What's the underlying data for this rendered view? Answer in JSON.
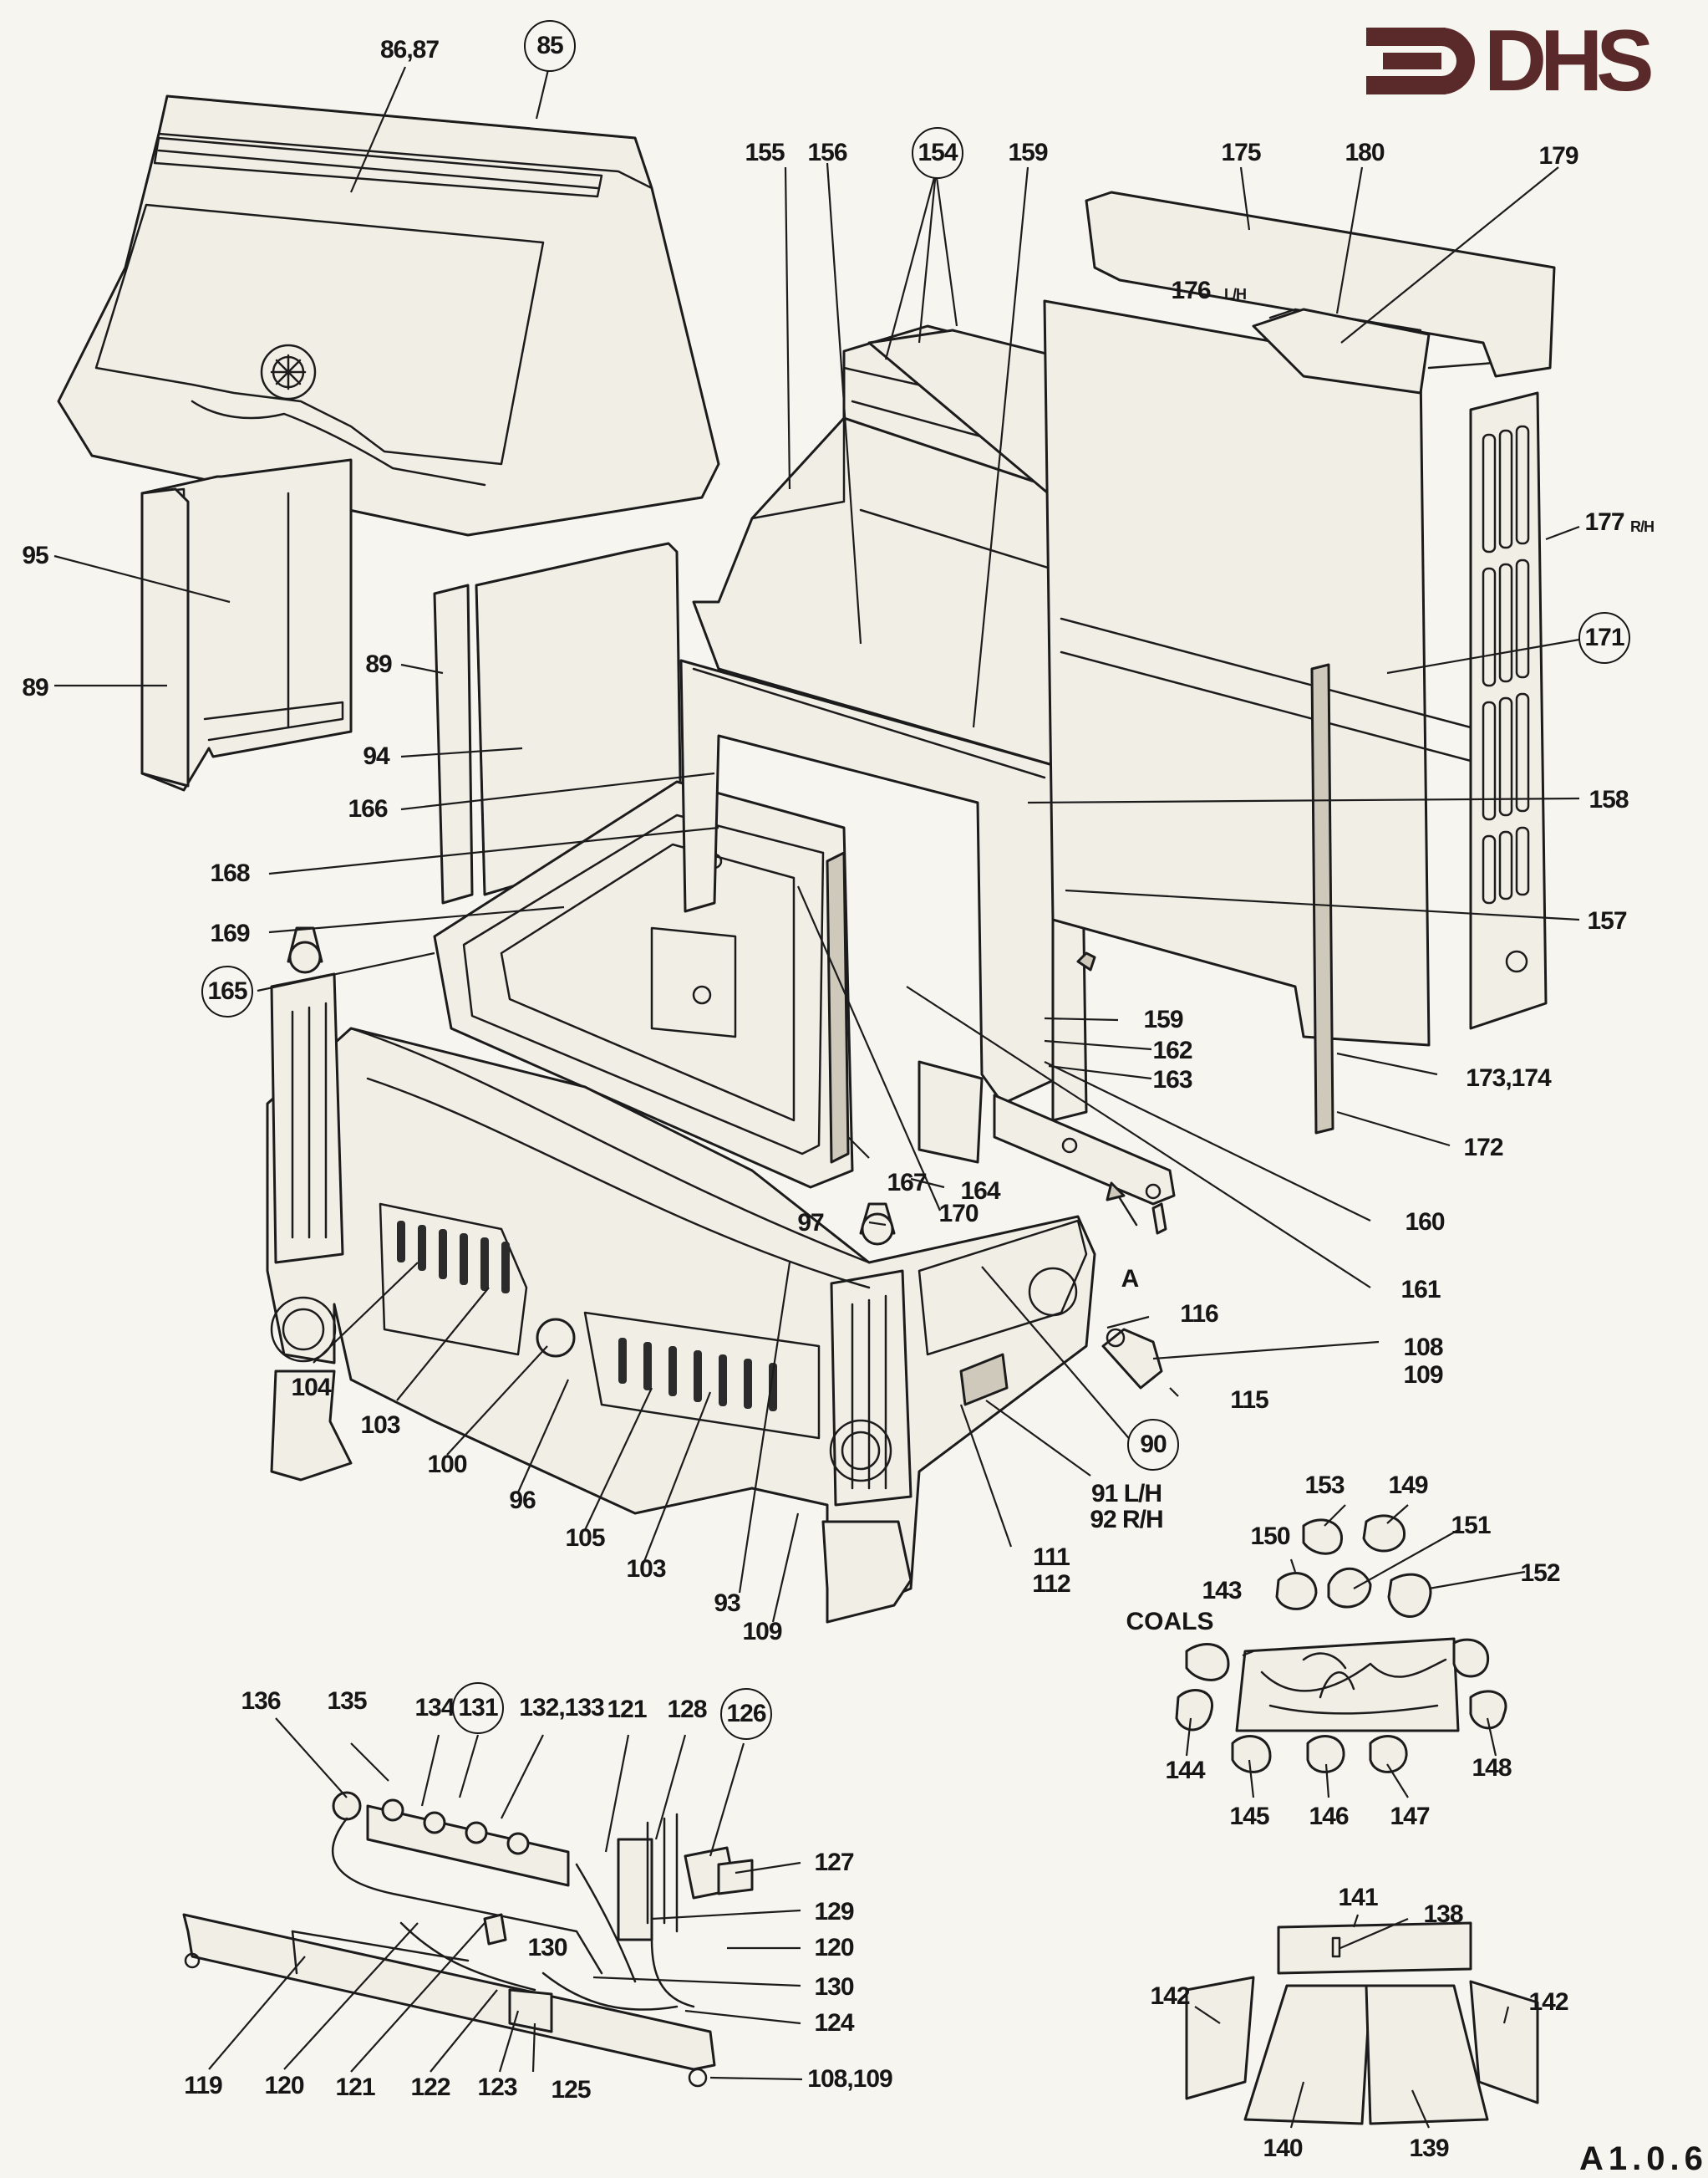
{
  "brand": {
    "logo_text": "DHS",
    "logo_color": "#5a2a2a"
  },
  "page_ref": "A1.0.6",
  "labels": {
    "l_86_87": "86,87",
    "l_85": "85",
    "l_155": "155",
    "l_156": "156",
    "l_154": "154",
    "l_159_top": "159",
    "l_175": "175",
    "l_180": "180",
    "l_179": "179",
    "l_176": "176",
    "l_176_unit": "L/H",
    "l_177": "177",
    "l_177_unit": "R/H",
    "l_171": "171",
    "l_95": "95",
    "l_89_left": "89",
    "l_89_mid": "89",
    "l_94": "94",
    "l_166": "166",
    "l_168": "168",
    "l_169": "169",
    "l_165": "165",
    "l_158": "158",
    "l_157": "157",
    "l_159_mid": "159",
    "l_162": "162",
    "l_163": "163",
    "l_173_174": "173,174",
    "l_172": "172",
    "l_160": "160",
    "l_161": "161",
    "l_167": "167",
    "l_164": "164",
    "l_170": "170",
    "l_97": "97",
    "l_A": "A",
    "l_108_109_mid": "108",
    "l_109_mid": "109",
    "l_116": "116",
    "l_115": "115",
    "l_90": "90",
    "l_91": "91 L/H",
    "l_92": "92 R/H",
    "l_111": "111",
    "l_112": "112",
    "l_104": "104",
    "l_103_left": "103",
    "l_100": "100",
    "l_96": "96",
    "l_105": "105",
    "l_103_right": "103",
    "l_93": "93",
    "l_109_bottom": "109",
    "l_153": "153",
    "l_149": "149",
    "l_150": "150",
    "l_151": "151",
    "l_152": "152",
    "l_143": "143",
    "l_coals": "COALS",
    "l_144": "144",
    "l_145": "145",
    "l_146": "146",
    "l_147": "147",
    "l_148": "148",
    "l_136": "136",
    "l_135": "135",
    "l_134": "134",
    "l_131": "131",
    "l_132_133": "132,133",
    "l_121_top": "121",
    "l_128": "128",
    "l_126": "126",
    "l_127": "127",
    "l_129": "129",
    "l_120_right": "120",
    "l_130_left": "130",
    "l_130_right": "130",
    "l_124": "124",
    "l_108_109_bottom": "108,109",
    "l_119": "119",
    "l_120_bottom": "120",
    "l_121_bottom": "121",
    "l_122": "122",
    "l_123": "123",
    "l_125": "125",
    "l_141": "141",
    "l_138": "138",
    "l_142_left": "142",
    "l_142_right": "142",
    "l_140": "140",
    "l_139": "139"
  }
}
